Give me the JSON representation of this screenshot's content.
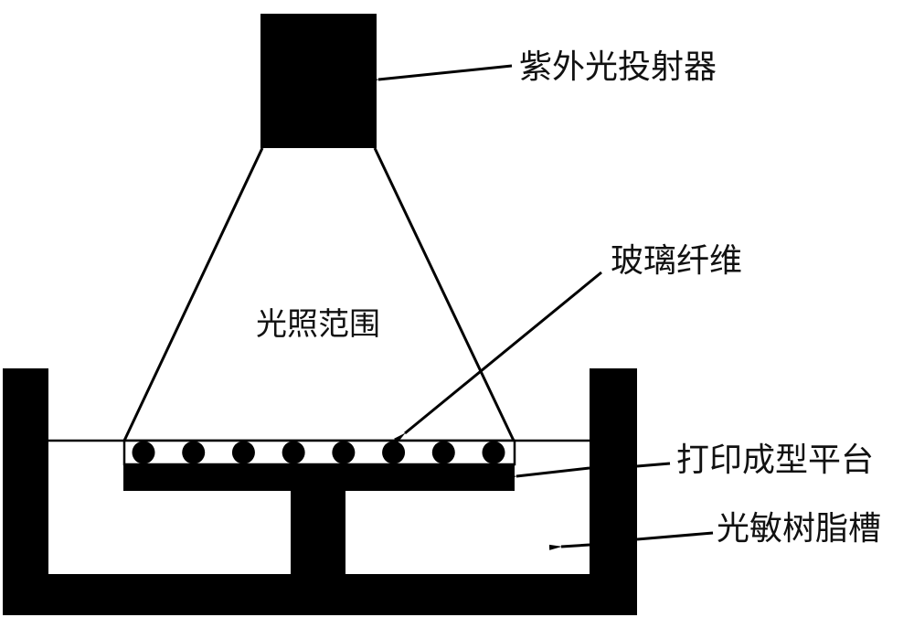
{
  "diagram": {
    "title": "",
    "labels": {
      "projector": "紫外光投射器",
      "light_range": "光照范围",
      "glass_fiber": "玻璃纤维",
      "platform": "打印成型平台",
      "resin_tank": "光敏树脂槽"
    },
    "fiber_count": 8,
    "colors": {
      "fill": "#000000",
      "background": "#ffffff",
      "stroke": "#000000",
      "text": "#111111"
    }
  }
}
